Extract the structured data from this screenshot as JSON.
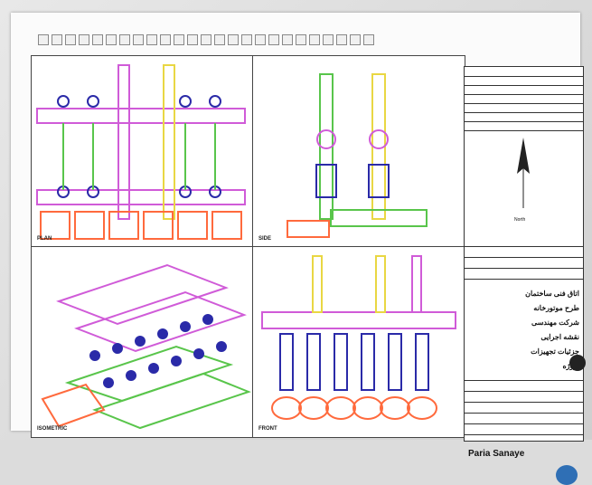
{
  "drawing": {
    "views": [
      {
        "label": "PLAN"
      },
      {
        "label": "SIDE"
      },
      {
        "label": "ISOMETRIC"
      },
      {
        "label": "FRONT"
      }
    ],
    "titleblock": {
      "company": "Paria Sanaye",
      "north_label": "North",
      "rtl_lines": [
        "اتاق فنی ساختمان",
        "طرح موتورخانه",
        "شرکت مهندسی",
        "نقشه اجرایی",
        "جزئیات تجهیزات",
        "پروژه"
      ]
    }
  },
  "colors": {
    "pipe_magenta": "#d05bd8",
    "pipe_green": "#59c54b",
    "pipe_yellow": "#e9d743",
    "pump_orange": "#ff6a3d",
    "valve_blue": "#2a2aa8"
  }
}
